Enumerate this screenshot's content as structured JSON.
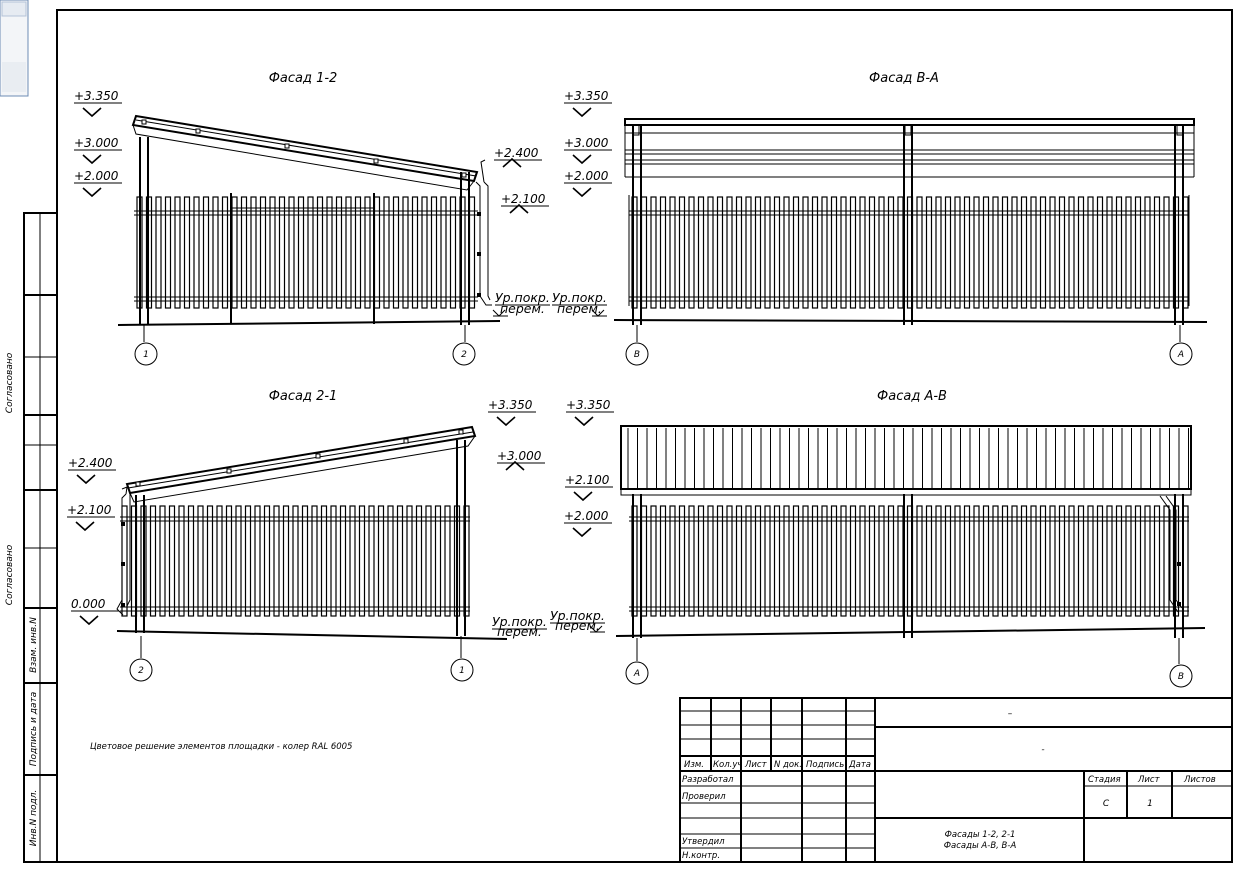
{
  "drawing": {
    "views": [
      {
        "title": "Фасад 1-2",
        "axes": [
          "1",
          "2"
        ],
        "levels": [
          "+3.350",
          "+3.000",
          "+2.000",
          "+2.400",
          "+2.100"
        ],
        "ground_label_1": "Ур.покр.",
        "ground_label_2": "перем."
      },
      {
        "title": "Фасад В-А",
        "axes": [
          "В",
          "А"
        ],
        "levels": [
          "+3.350",
          "+3.000",
          "+2.000"
        ],
        "ground_label_1": "Ур.покр.",
        "ground_label_2": "перем."
      },
      {
        "title": "Фасад 2-1",
        "axes": [
          "2",
          "1"
        ],
        "levels": [
          "+3.350",
          "+3.000",
          "+2.400",
          "+2.100",
          "0.000"
        ],
        "ground_label_1": "Ур.покр.",
        "ground_label_2": "перем."
      },
      {
        "title": "Фасад А-В",
        "axes": [
          "А",
          "В"
        ],
        "levels": [
          "+3.350",
          "+2.100",
          "+2.000"
        ],
        "ground_label_1": "Ур.покр.",
        "ground_label_2": "перем."
      }
    ],
    "color_note": "Цветовое решение элементов площадки - колер RAL 6005"
  },
  "left_margin": {
    "labels": [
      "Согласовано",
      "Согласовано",
      "Взам. инв.N",
      "Подпись и дата",
      "Инв.N подл."
    ]
  },
  "title_block": {
    "designation": "–",
    "project_name": "-",
    "headers": [
      "Изм.",
      "Кол.уч",
      "Лист",
      "N док.",
      "Подпись",
      "Дата"
    ],
    "roles": [
      "Разработал",
      "Проверил",
      "",
      "Утвердил",
      "Н.контр."
    ],
    "stage_header": "Стадия",
    "sheet_header": "Лист",
    "sheets_header": "Листов",
    "stage": "С",
    "sheet": "1",
    "sheets": "",
    "sheet_title_1": "Фасады 1-2, 2-1",
    "sheet_title_2": "Фасады А-В, В-А"
  }
}
